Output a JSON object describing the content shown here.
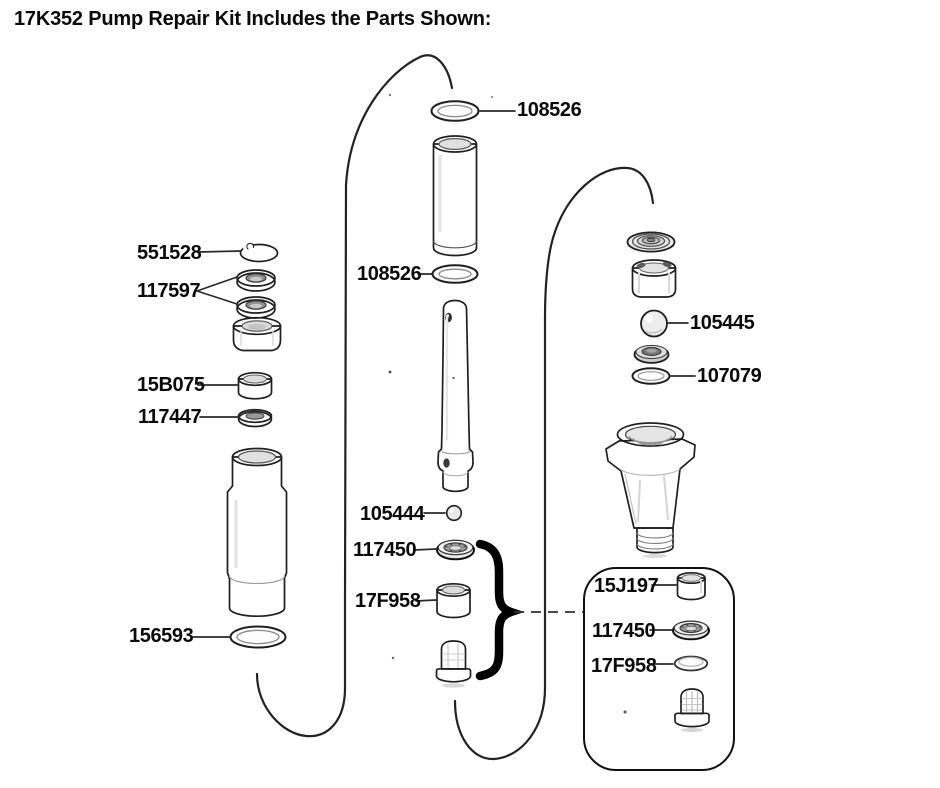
{
  "title": "17K352 Pump Repair Kit Includes the Parts Shown:",
  "colors": {
    "line": "#1f1f1f",
    "label": "#0a0a0a",
    "background": "#ffffff",
    "fill_light": "#f4f4f4",
    "fill_mid": "#e2e2e2",
    "fill_dark": "#8f8f8f"
  },
  "labels": [
    {
      "text": "108526",
      "part": "o-ring-top"
    },
    {
      "text": "551528",
      "part": "retaining-ring"
    },
    {
      "text": "117597",
      "part": "packing-washers"
    },
    {
      "text": "15B075",
      "part": "gland-bushing"
    },
    {
      "text": "117447",
      "part": "seal-washer"
    },
    {
      "text": "108526",
      "part": "o-ring-middle"
    },
    {
      "text": "105444",
      "part": "piston-ball"
    },
    {
      "text": "117450",
      "part": "piston-seal"
    },
    {
      "text": "17F958",
      "part": "piston-gland"
    },
    {
      "text": "156593",
      "part": "sleeve-o-ring"
    },
    {
      "text": "105445",
      "part": "intake-ball"
    },
    {
      "text": "107079",
      "part": "intake-o-ring"
    },
    {
      "text": "15J197",
      "part": "inset-gland"
    },
    {
      "text": "117450",
      "part": "inset-seal"
    },
    {
      "text": "17F958",
      "part": "inset-ring"
    }
  ]
}
